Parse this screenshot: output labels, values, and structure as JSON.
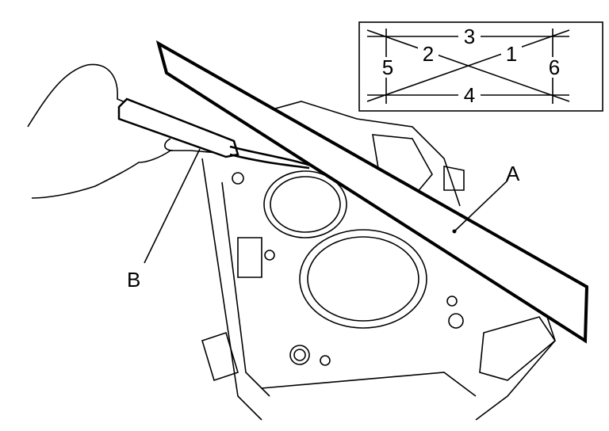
{
  "callouts": {
    "straightedge": "A",
    "feeler_gauge": "B"
  },
  "inset": {
    "points": [
      "1",
      "2",
      "3",
      "4",
      "5",
      "6"
    ]
  },
  "colors": {
    "line": "#000000",
    "background": "#ffffff"
  }
}
